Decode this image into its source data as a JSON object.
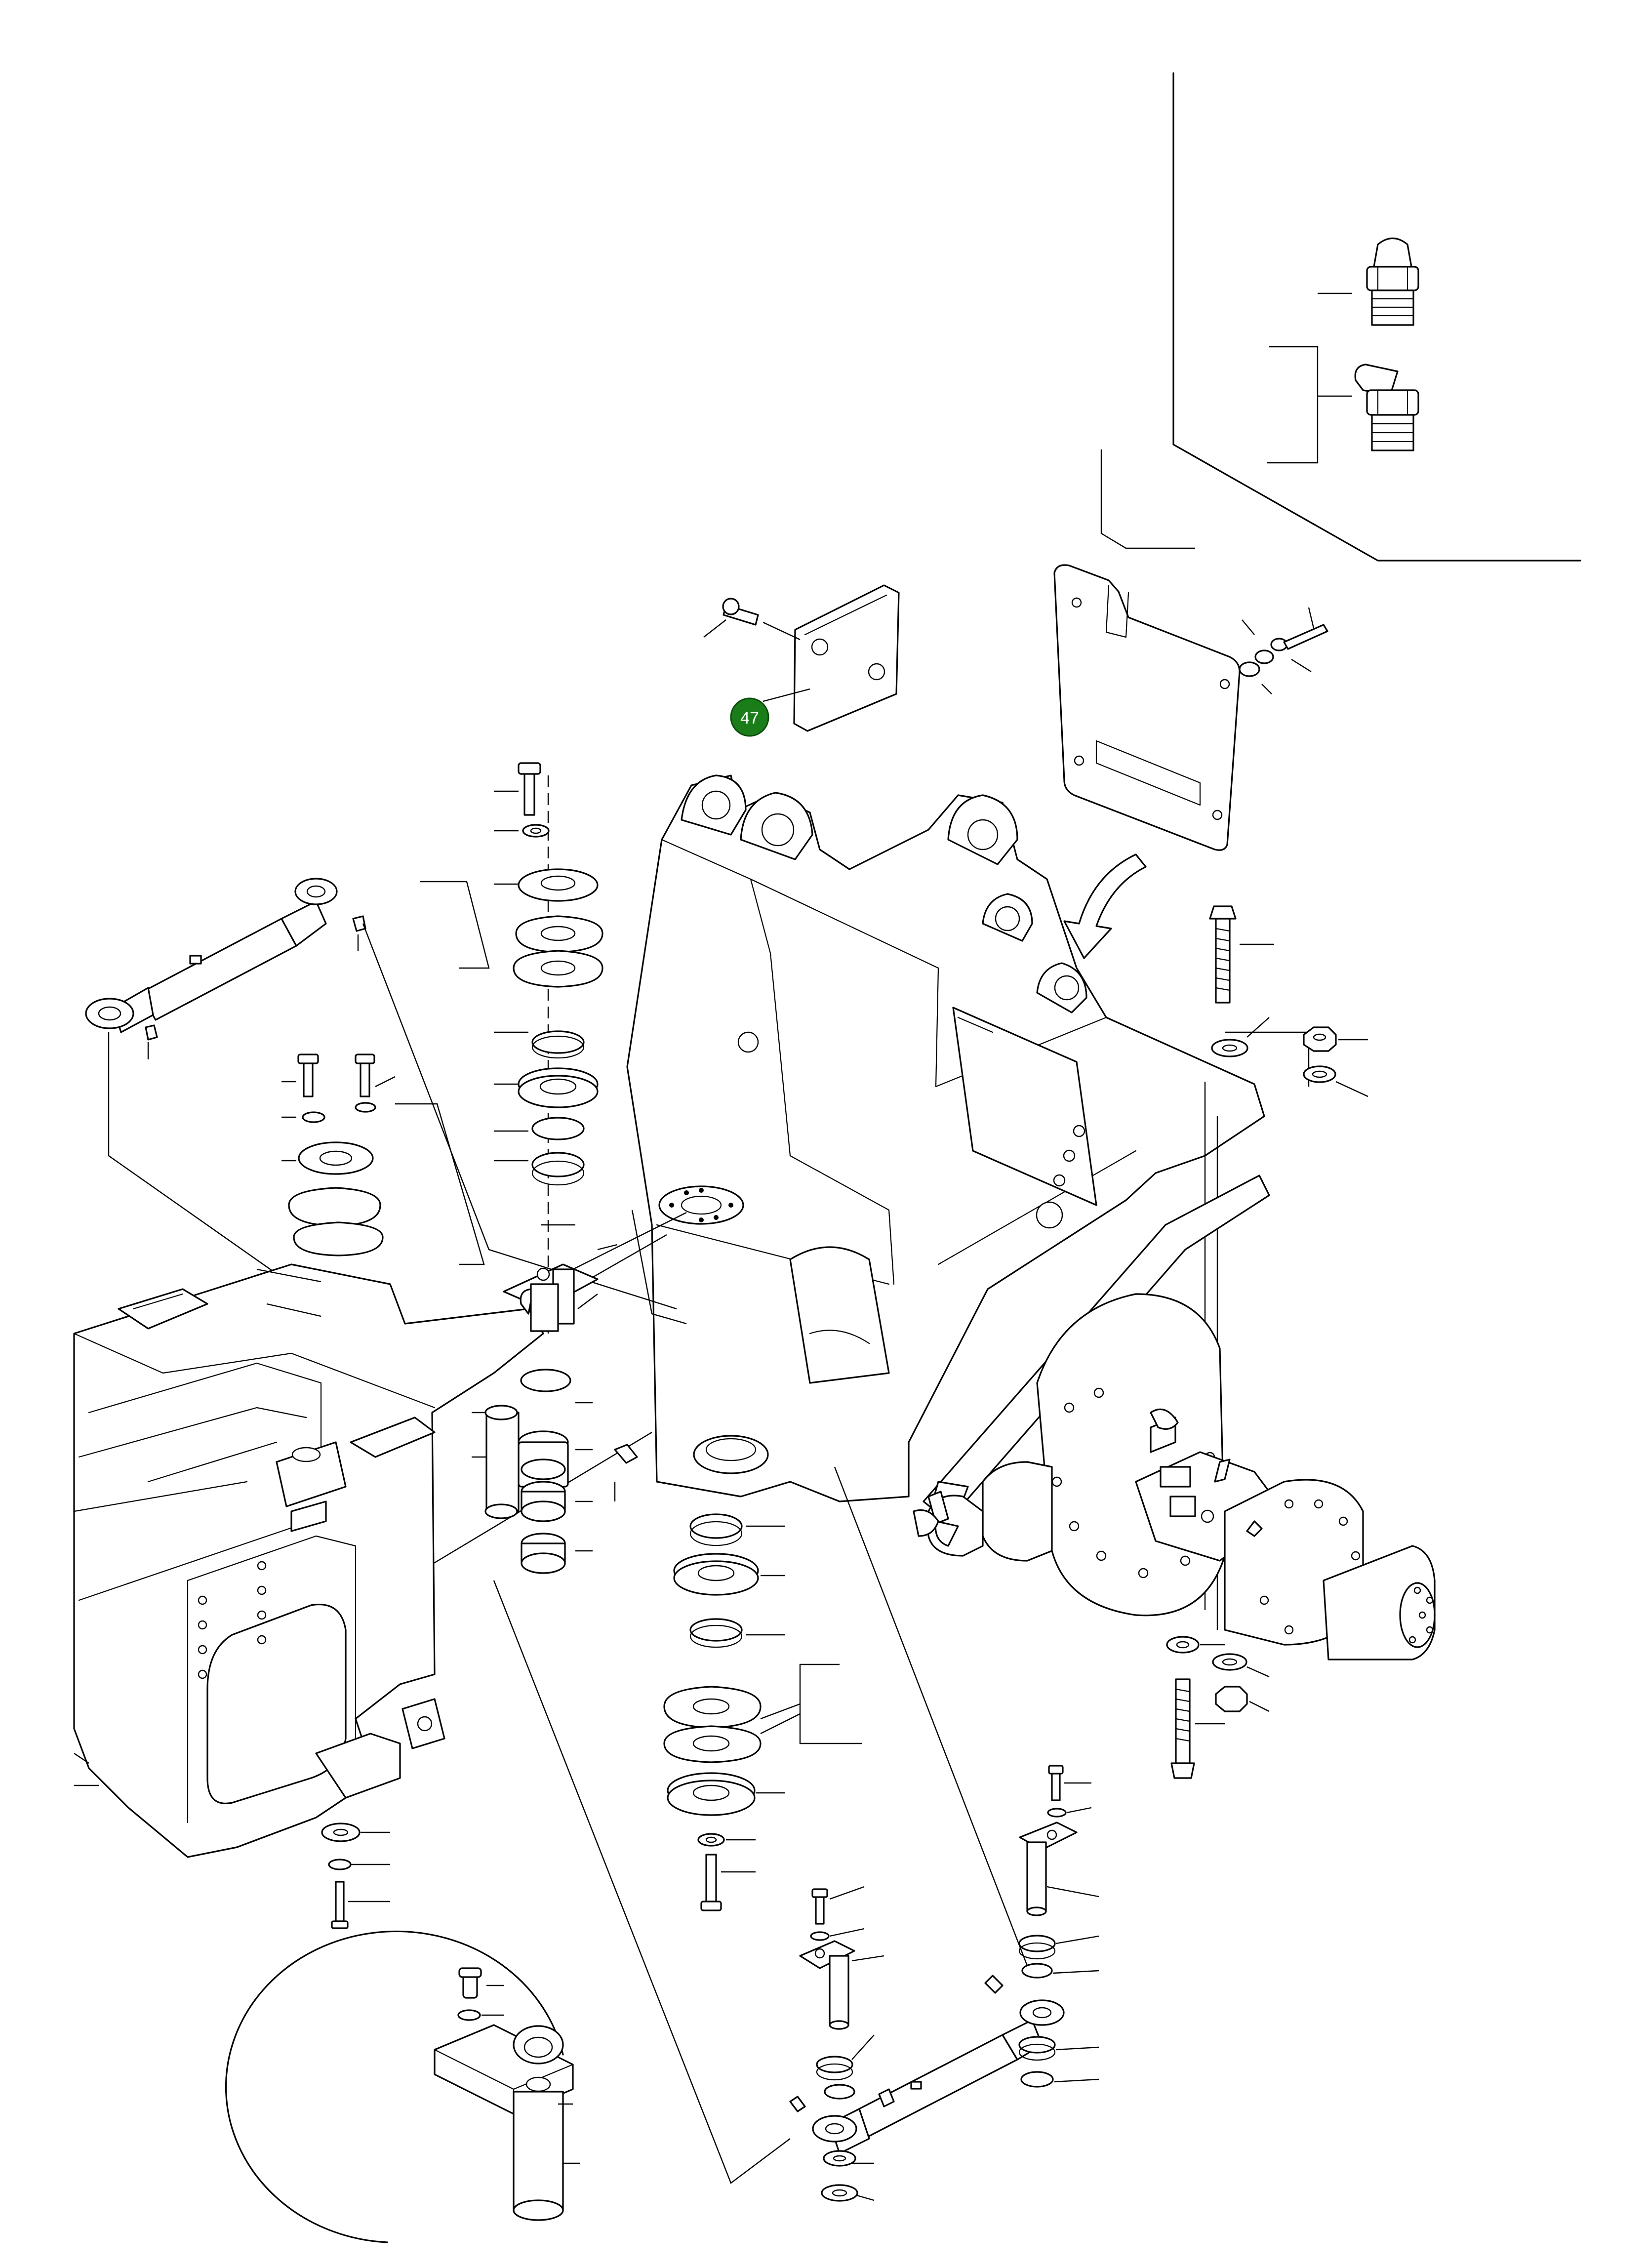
{
  "diagram": {
    "kind": "exploded-parts-view",
    "callouts": [
      {
        "id": "c47",
        "label": "47",
        "fill": "#1a7d1a",
        "stroke": "#0b4d0b",
        "text_color": "#ffffff",
        "highlighted": true
      }
    ],
    "parts": [
      "grease-nipple-straight",
      "grease-nipple-angled",
      "cover-plate",
      "shim-plate",
      "rear-frame",
      "steering-cylinder-upper",
      "steering-cylinder-lower",
      "front-frame",
      "oscillating-axle",
      "bearing-stack-upper",
      "bearing-stack-lower",
      "pivot-pin-detail"
    ]
  }
}
